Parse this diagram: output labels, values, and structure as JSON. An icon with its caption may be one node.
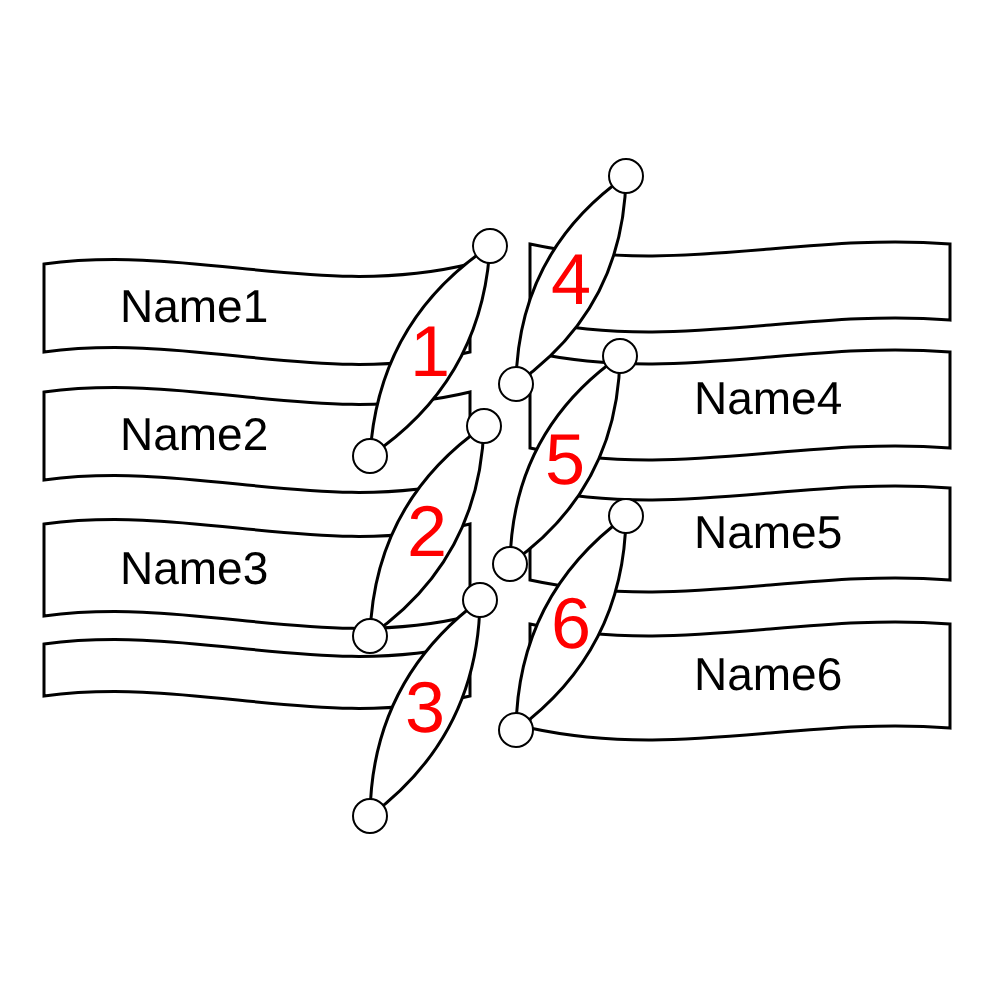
{
  "diagram": {
    "nodes": [
      {
        "text": [
          "Name1"
        ]
      },
      {
        "text": [
          "Name2"
        ]
      },
      {
        "text": [
          "Name3"
        ]
      },
      {
        "text": [
          "Name4"
        ]
      },
      {
        "text": [
          "Name5"
        ]
      },
      {
        "text": [
          "Name6"
        ]
      },
      {
        "text": [
          "1"
        ]
      },
      {
        "text": [
          "2"
        ]
      },
      {
        "text": [
          "3"
        ]
      },
      {
        "text": [
          "4"
        ]
      },
      {
        "text": [
          "5"
        ]
      },
      {
        "text": [
          "6"
        ]
      },
      {
        "text": [],
        "shape": "band"
      },
      {
        "text": [],
        "shape": "band"
      }
    ]
  }
}
